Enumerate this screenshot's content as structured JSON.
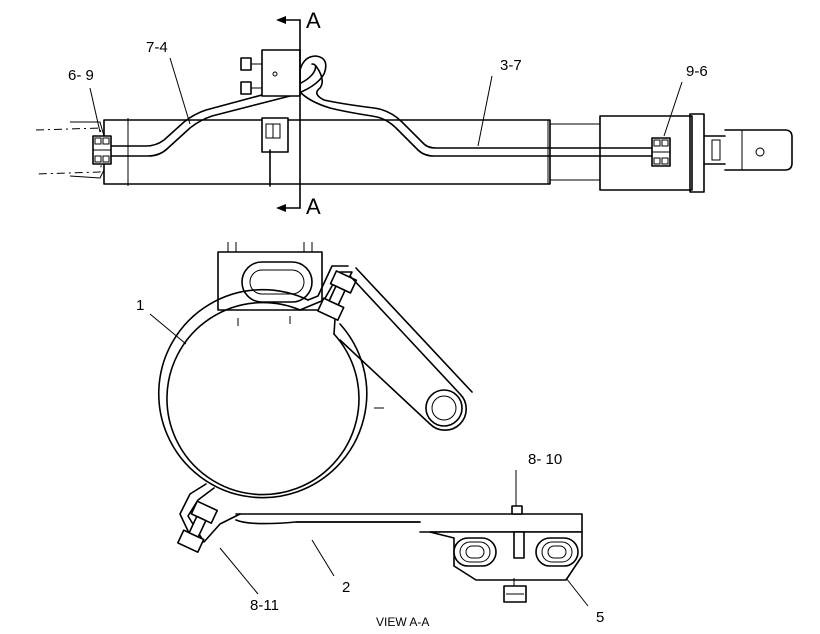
{
  "top_view": {
    "callouts": {
      "c6_9": "6- 9",
      "c7_4": "7-4",
      "c3_7": "3-7",
      "c9_6": "9-6"
    },
    "section_marker_top": "A",
    "section_marker_bottom": "A"
  },
  "section_view": {
    "callouts": {
      "c1": "1",
      "c8_10": "8- 10",
      "c2": "2",
      "c8_11": "8-11",
      "c5": "5"
    },
    "view_title": "VIEW A-A"
  }
}
